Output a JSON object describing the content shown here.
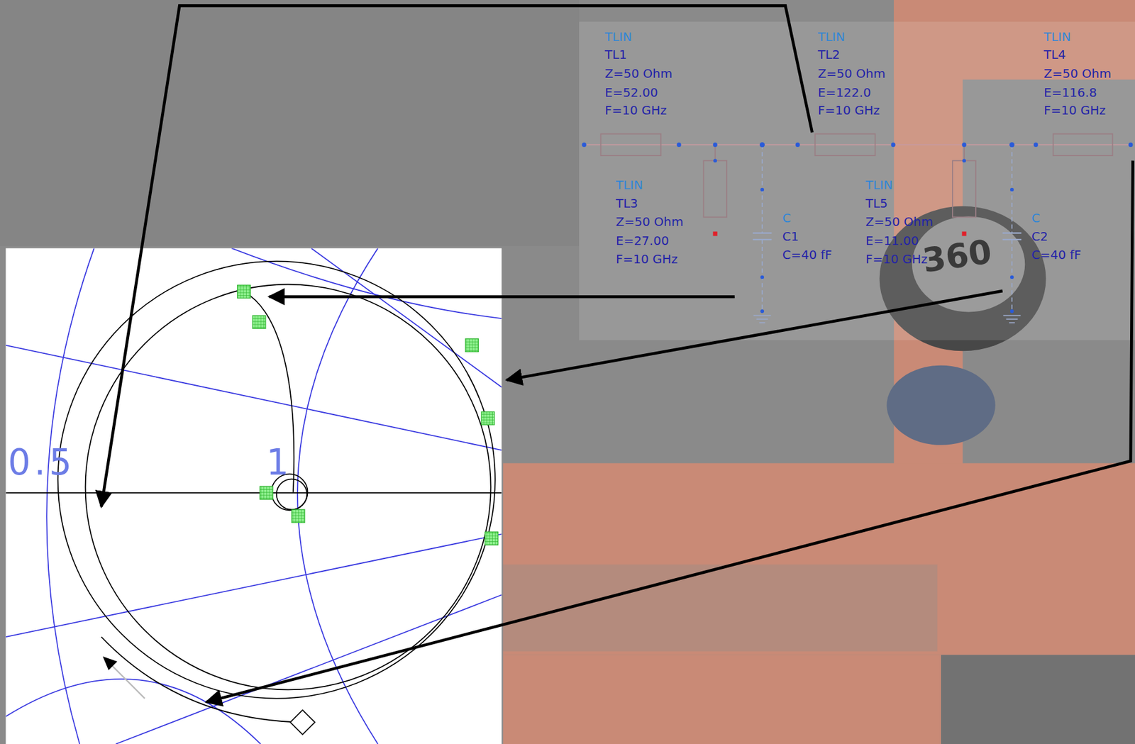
{
  "diagram": {
    "labels": [
      "TLIN",
      "TL1",
      "Z=50 Ohm",
      "E=52.00",
      "F=10 GHz",
      "TLIN",
      "TL2",
      "Z=50 Ohm",
      "E=122.0",
      "F=10 GHz",
      "TLIN",
      "TL4",
      "Z=50 Ohm",
      "E=116.8",
      "F=10 GHz",
      "TLIN",
      "TL3",
      "Z=50 Ohm",
      "E=27.00",
      "F=10 GHz",
      "C",
      "C1",
      "C=40 fF",
      "TLIN",
      "TL5",
      "Z=50 Ohm",
      "E=11.00",
      "F=10 GHz",
      "C",
      "C2",
      "C=40 fF",
      "0.5",
      "1",
      "360"
    ]
  }
}
